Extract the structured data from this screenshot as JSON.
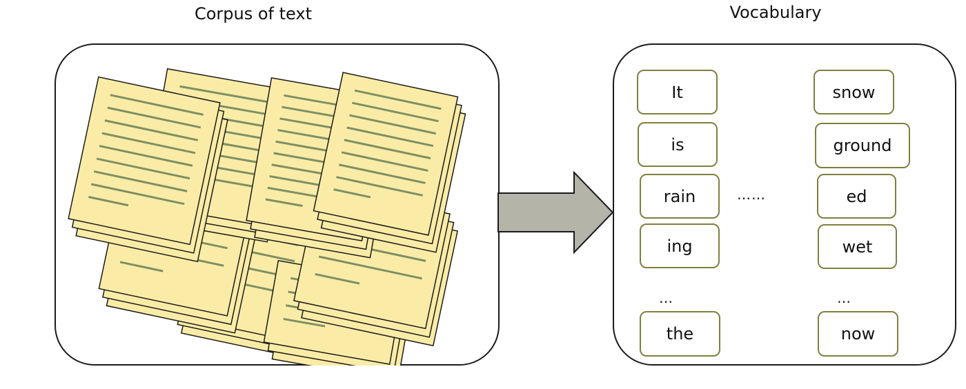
{
  "corpus": {
    "title": "Corpus of text"
  },
  "vocabulary": {
    "title": "Vocabulary",
    "left_column": [
      "It",
      "is",
      "rain",
      "ing"
    ],
    "left_last": "the",
    "right_column": [
      "snow",
      "ground",
      "ed",
      "wet"
    ],
    "right_last": "now",
    "middle_ellipsis": "……",
    "column_ellipsis": "…"
  },
  "colors": {
    "page_fill": "#faeca6",
    "page_line": "#7e8f63",
    "token_border": "#7f7f3f",
    "arrow_fill": "#b4b4a8",
    "outline": "#1a1a1a"
  }
}
